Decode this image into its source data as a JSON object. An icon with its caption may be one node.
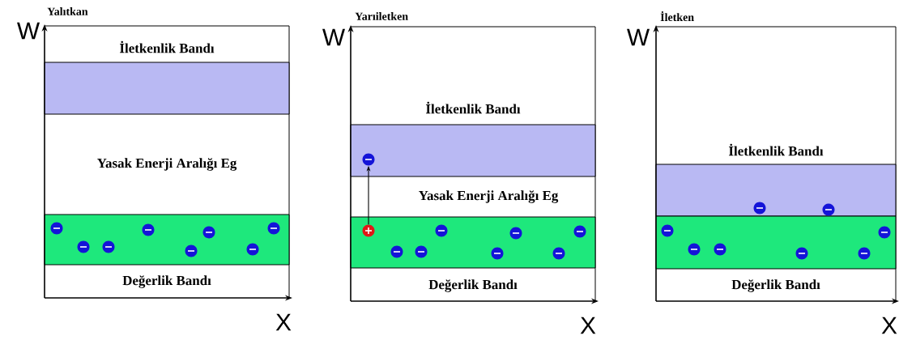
{
  "diagram": {
    "nodes": [
      {
        "text": [
          "Yalıtkan"
        ]
      },
      {
        "text": [
          "İletkenlik Bandı"
        ],
        "in": 0
      },
      {
        "text": [
          "Yasak Enerji Aralığı Eg"
        ],
        "in": 0
      },
      {
        "text": [
          "Değerlik Bandı"
        ],
        "in": 0
      },
      {
        "text": [
          "Yarıiletken"
        ]
      },
      {
        "text": [
          "İletkenlik Bandı"
        ],
        "in": 4
      },
      {
        "text": [
          "Yasak Enerji Aralığı Eg"
        ],
        "in": 4
      },
      {
        "text": [
          "Değerlik Bandı"
        ],
        "in": 4
      },
      {
        "text": [],
        "shape": "circle",
        "in": 5
      },
      {
        "text": [],
        "shape": "circle",
        "in": 7
      },
      {
        "text": [
          "İletken"
        ]
      },
      {
        "text": [
          "İletkenlik Bandı"
        ],
        "in": 10
      },
      {
        "text": [
          "Değerlik Bandı"
        ],
        "in": 10
      }
    ],
    "edges": [
      {
        "from": 9,
        "to": 8,
        "arrow": "to"
      }
    ],
    "labels": [
      "W",
      "W",
      "W",
      "X",
      "X",
      "X"
    ]
  }
}
